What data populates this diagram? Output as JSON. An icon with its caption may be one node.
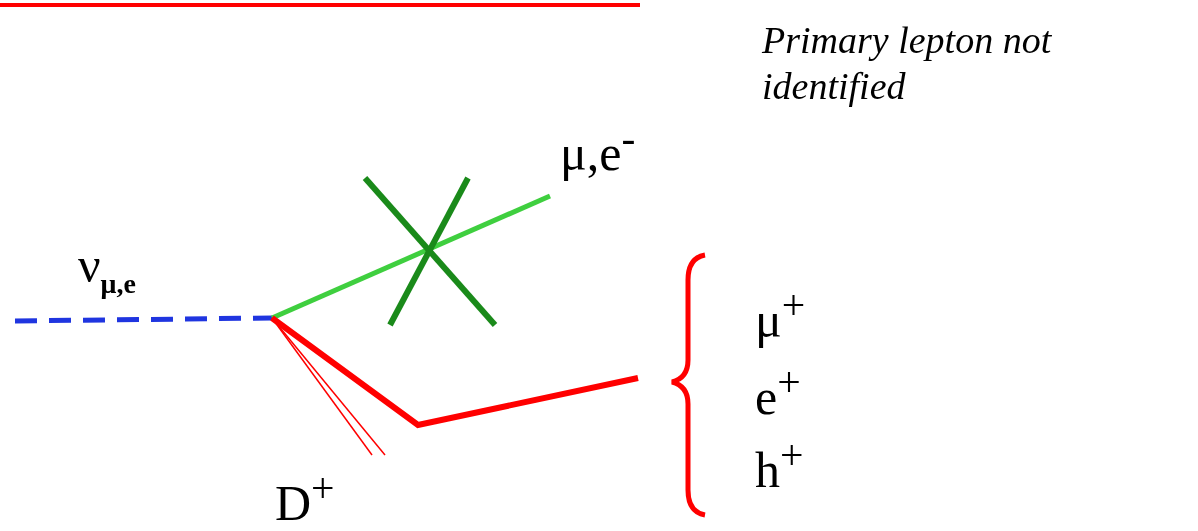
{
  "diagram": {
    "labels": [
      "Primary lepton not identified",
      "μ,e$^{-}$",
      "ν$_{μ,e}$",
      "μ$^{+}$",
      "e$^{+}$",
      "h$^{+}$",
      "D$^{+}$"
    ]
  }
}
